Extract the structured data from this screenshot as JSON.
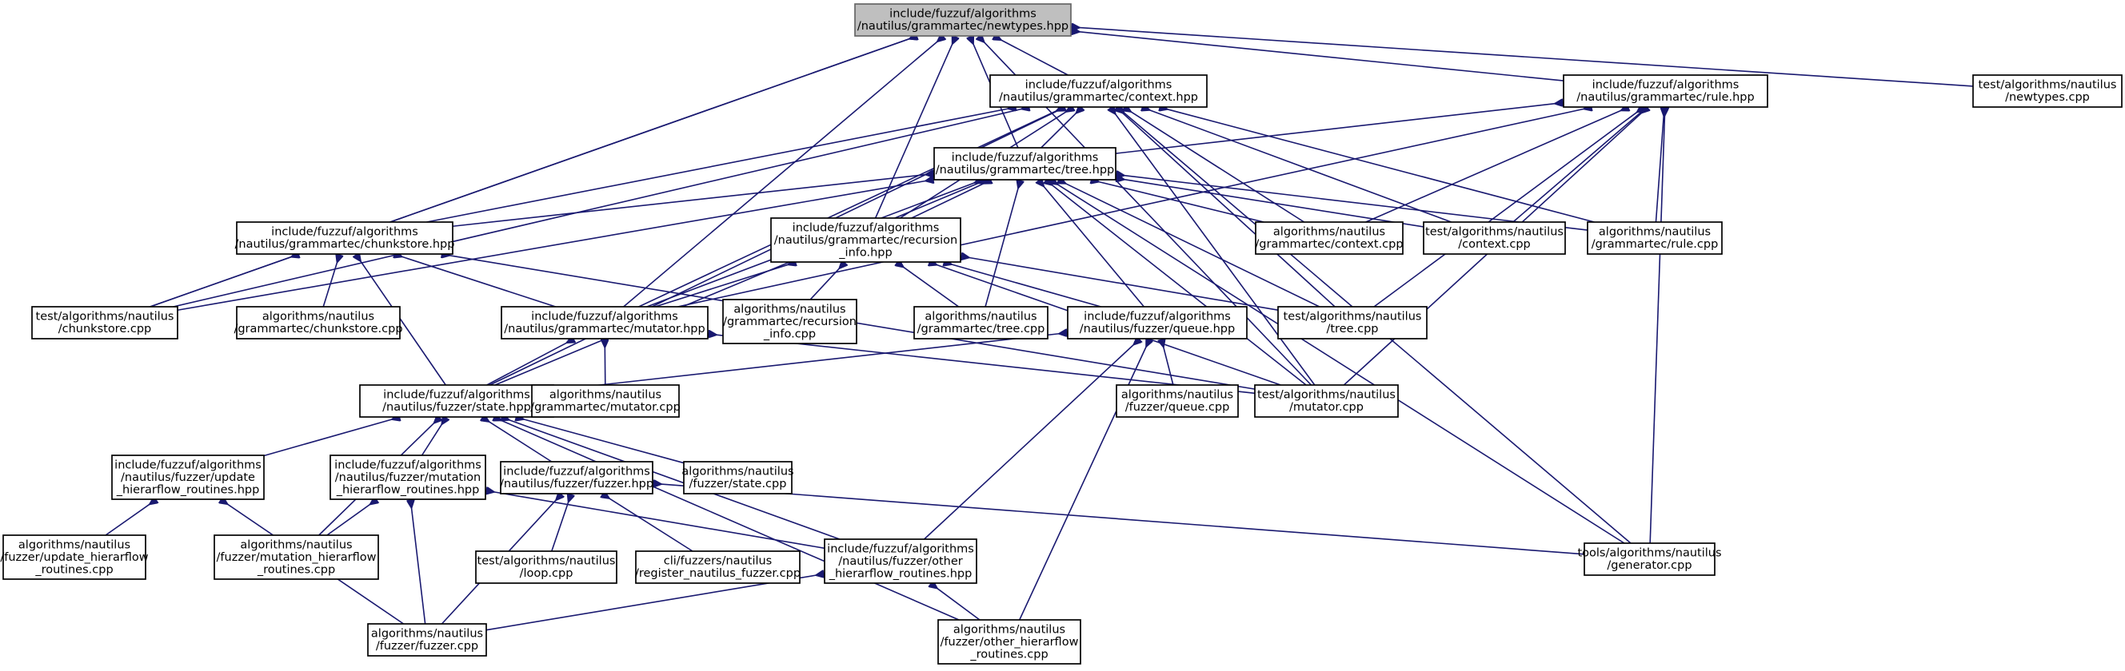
{
  "graph": {
    "root": "newtypes_hpp",
    "nodes": [
      {
        "id": "newtypes_hpp",
        "lines": [
          "include/fuzzuf/algorithms",
          "/nautilus/grammartec/newtypes.hpp"
        ],
        "root": true
      },
      {
        "id": "context_hpp",
        "lines": [
          "include/fuzzuf/algorithms",
          "/nautilus/grammartec/context.hpp"
        ]
      },
      {
        "id": "rule_hpp",
        "lines": [
          "include/fuzzuf/algorithms",
          "/nautilus/grammartec/rule.hpp"
        ]
      },
      {
        "id": "test_newtypes_cpp",
        "lines": [
          "test/algorithms/nautilus",
          "/newtypes.cpp"
        ]
      },
      {
        "id": "tree_hpp",
        "lines": [
          "include/fuzzuf/algorithms",
          "/nautilus/grammartec/tree.hpp"
        ]
      },
      {
        "id": "recursion_info_hpp",
        "lines": [
          "include/fuzzuf/algorithms",
          "/nautilus/grammartec/recursion",
          "_info.hpp"
        ]
      },
      {
        "id": "chunkstore_hpp",
        "lines": [
          "include/fuzzuf/algorithms",
          "/nautilus/grammartec/chunkstore.hpp"
        ]
      },
      {
        "id": "context_cpp",
        "lines": [
          "algorithms/nautilus",
          "/grammartec/context.cpp"
        ]
      },
      {
        "id": "test_context_cpp",
        "lines": [
          "test/algorithms/nautilus",
          "/context.cpp"
        ]
      },
      {
        "id": "rule_cpp",
        "lines": [
          "algorithms/nautilus",
          "/grammartec/rule.cpp"
        ]
      },
      {
        "id": "test_chunkstore_cpp",
        "lines": [
          "test/algorithms/nautilus",
          "/chunkstore.cpp"
        ]
      },
      {
        "id": "chunkstore_cpp",
        "lines": [
          "algorithms/nautilus",
          "/grammartec/chunkstore.cpp"
        ]
      },
      {
        "id": "mutator_hpp",
        "lines": [
          "include/fuzzuf/algorithms",
          "/nautilus/grammartec/mutator.hpp"
        ]
      },
      {
        "id": "recursion_info_cpp",
        "lines": [
          "algorithms/nautilus",
          "/grammartec/recursion",
          "_info.cpp"
        ]
      },
      {
        "id": "tree_cpp",
        "lines": [
          "algorithms/nautilus",
          "/grammartec/tree.cpp"
        ]
      },
      {
        "id": "queue_hpp",
        "lines": [
          "include/fuzzuf/algorithms",
          "/nautilus/fuzzer/queue.hpp"
        ]
      },
      {
        "id": "test_tree_cpp",
        "lines": [
          "test/algorithms/nautilus",
          "/tree.cpp"
        ]
      },
      {
        "id": "state_hpp",
        "lines": [
          "include/fuzzuf/algorithms",
          "/nautilus/fuzzer/state.hpp"
        ]
      },
      {
        "id": "mutator_cpp",
        "lines": [
          "algorithms/nautilus",
          "/grammartec/mutator.cpp"
        ]
      },
      {
        "id": "queue_cpp",
        "lines": [
          "algorithms/nautilus",
          "/fuzzer/queue.cpp"
        ]
      },
      {
        "id": "test_mutator_cpp",
        "lines": [
          "test/algorithms/nautilus",
          "/mutator.cpp"
        ]
      },
      {
        "id": "update_hierarflow_hpp",
        "lines": [
          "include/fuzzuf/algorithms",
          "/nautilus/fuzzer/update",
          "_hierarflow_routines.hpp"
        ]
      },
      {
        "id": "mutation_hierarflow_hpp",
        "lines": [
          "include/fuzzuf/algorithms",
          "/nautilus/fuzzer/mutation",
          "_hierarflow_routines.hpp"
        ]
      },
      {
        "id": "fuzzer_hpp",
        "lines": [
          "include/fuzzuf/algorithms",
          "/nautilus/fuzzer/fuzzer.hpp"
        ]
      },
      {
        "id": "state_cpp",
        "lines": [
          "algorithms/nautilus",
          "/fuzzer/state.cpp"
        ]
      },
      {
        "id": "update_hierarflow_cpp",
        "lines": [
          "algorithms/nautilus",
          "/fuzzer/update_hierarflow",
          "_routines.cpp"
        ]
      },
      {
        "id": "mutation_hierarflow_cpp",
        "lines": [
          "algorithms/nautilus",
          "/fuzzer/mutation_hierarflow",
          "_routines.cpp"
        ]
      },
      {
        "id": "loop_cpp",
        "lines": [
          "test/algorithms/nautilus",
          "/loop.cpp"
        ]
      },
      {
        "id": "register_cpp",
        "lines": [
          "cli/fuzzers/nautilus",
          "/register_nautilus_fuzzer.cpp"
        ]
      },
      {
        "id": "other_hierarflow_hpp",
        "lines": [
          "include/fuzzuf/algorithms",
          "/nautilus/fuzzer/other",
          "_hierarflow_routines.hpp"
        ]
      },
      {
        "id": "generator_cpp",
        "lines": [
          "tools/algorithms/nautilus",
          "/generator.cpp"
        ]
      },
      {
        "id": "fuzzer_cpp",
        "lines": [
          "algorithms/nautilus",
          "/fuzzer/fuzzer.cpp"
        ]
      },
      {
        "id": "other_hierarflow_cpp",
        "lines": [
          "algorithms/nautilus",
          "/fuzzer/other_hierarflow",
          "_routines.cpp"
        ]
      }
    ],
    "edges": [
      [
        "newtypes_hpp",
        "context_hpp"
      ],
      [
        "newtypes_hpp",
        "rule_hpp"
      ],
      [
        "newtypes_hpp",
        "test_newtypes_cpp"
      ],
      [
        "newtypes_hpp",
        "tree_hpp"
      ],
      [
        "newtypes_hpp",
        "recursion_info_hpp"
      ],
      [
        "newtypes_hpp",
        "chunkstore_hpp"
      ],
      [
        "newtypes_hpp",
        "test_chunkstore_cpp"
      ],
      [
        "newtypes_hpp",
        "mutator_hpp"
      ],
      [
        "newtypes_hpp",
        "test_mutator_cpp"
      ],
      [
        "context_hpp",
        "tree_hpp"
      ],
      [
        "context_hpp",
        "recursion_info_hpp"
      ],
      [
        "context_hpp",
        "chunkstore_hpp"
      ],
      [
        "context_hpp",
        "context_cpp"
      ],
      [
        "context_hpp",
        "test_context_cpp"
      ],
      [
        "context_hpp",
        "rule_cpp"
      ],
      [
        "context_hpp",
        "test_chunkstore_cpp"
      ],
      [
        "context_hpp",
        "mutator_hpp"
      ],
      [
        "context_hpp",
        "test_tree_cpp"
      ],
      [
        "context_hpp",
        "state_hpp"
      ],
      [
        "context_hpp",
        "test_mutator_cpp"
      ],
      [
        "context_hpp",
        "generator_cpp"
      ],
      [
        "rule_hpp",
        "tree_hpp"
      ],
      [
        "rule_hpp",
        "context_cpp"
      ],
      [
        "rule_hpp",
        "test_context_cpp"
      ],
      [
        "rule_hpp",
        "rule_cpp"
      ],
      [
        "rule_hpp",
        "mutator_hpp"
      ],
      [
        "rule_hpp",
        "test_tree_cpp"
      ],
      [
        "rule_hpp",
        "test_mutator_cpp"
      ],
      [
        "rule_hpp",
        "generator_cpp"
      ],
      [
        "tree_hpp",
        "recursion_info_hpp"
      ],
      [
        "tree_hpp",
        "chunkstore_hpp"
      ],
      [
        "tree_hpp",
        "context_cpp"
      ],
      [
        "tree_hpp",
        "test_context_cpp"
      ],
      [
        "tree_hpp",
        "rule_cpp"
      ],
      [
        "tree_hpp",
        "test_chunkstore_cpp"
      ],
      [
        "tree_hpp",
        "mutator_hpp"
      ],
      [
        "tree_hpp",
        "tree_cpp"
      ],
      [
        "tree_hpp",
        "queue_hpp"
      ],
      [
        "tree_hpp",
        "test_tree_cpp"
      ],
      [
        "tree_hpp",
        "state_hpp"
      ],
      [
        "tree_hpp",
        "test_mutator_cpp"
      ],
      [
        "tree_hpp",
        "generator_cpp"
      ],
      [
        "recursion_info_hpp",
        "mutator_hpp"
      ],
      [
        "recursion_info_hpp",
        "recursion_info_cpp"
      ],
      [
        "recursion_info_hpp",
        "tree_cpp"
      ],
      [
        "recursion_info_hpp",
        "queue_hpp"
      ],
      [
        "recursion_info_hpp",
        "test_tree_cpp"
      ],
      [
        "recursion_info_hpp",
        "test_mutator_cpp"
      ],
      [
        "chunkstore_hpp",
        "test_chunkstore_cpp"
      ],
      [
        "chunkstore_hpp",
        "chunkstore_cpp"
      ],
      [
        "chunkstore_hpp",
        "mutator_hpp"
      ],
      [
        "chunkstore_hpp",
        "state_hpp"
      ],
      [
        "chunkstore_hpp",
        "test_mutator_cpp"
      ],
      [
        "mutator_hpp",
        "state_hpp"
      ],
      [
        "mutator_hpp",
        "mutator_cpp"
      ],
      [
        "mutator_hpp",
        "test_mutator_cpp"
      ],
      [
        "queue_hpp",
        "state_hpp"
      ],
      [
        "queue_hpp",
        "queue_cpp"
      ],
      [
        "queue_hpp",
        "other_hierarflow_hpp"
      ],
      [
        "queue_hpp",
        "other_hierarflow_cpp"
      ],
      [
        "state_hpp",
        "update_hierarflow_hpp"
      ],
      [
        "state_hpp",
        "mutation_hierarflow_hpp"
      ],
      [
        "state_hpp",
        "fuzzer_hpp"
      ],
      [
        "state_hpp",
        "state_cpp"
      ],
      [
        "state_hpp",
        "mutation_hierarflow_cpp"
      ],
      [
        "state_hpp",
        "other_hierarflow_hpp"
      ],
      [
        "state_hpp",
        "other_hierarflow_cpp"
      ],
      [
        "update_hierarflow_hpp",
        "update_hierarflow_cpp"
      ],
      [
        "update_hierarflow_hpp",
        "fuzzer_cpp"
      ],
      [
        "mutation_hierarflow_hpp",
        "mutation_hierarflow_cpp"
      ],
      [
        "mutation_hierarflow_hpp",
        "fuzzer_cpp"
      ],
      [
        "mutation_hierarflow_hpp",
        "other_hierarflow_hpp"
      ],
      [
        "fuzzer_hpp",
        "loop_cpp"
      ],
      [
        "fuzzer_hpp",
        "register_cpp"
      ],
      [
        "fuzzer_hpp",
        "fuzzer_cpp"
      ],
      [
        "fuzzer_hpp",
        "generator_cpp"
      ],
      [
        "other_hierarflow_hpp",
        "fuzzer_cpp"
      ],
      [
        "other_hierarflow_hpp",
        "other_hierarflow_cpp"
      ]
    ]
  }
}
